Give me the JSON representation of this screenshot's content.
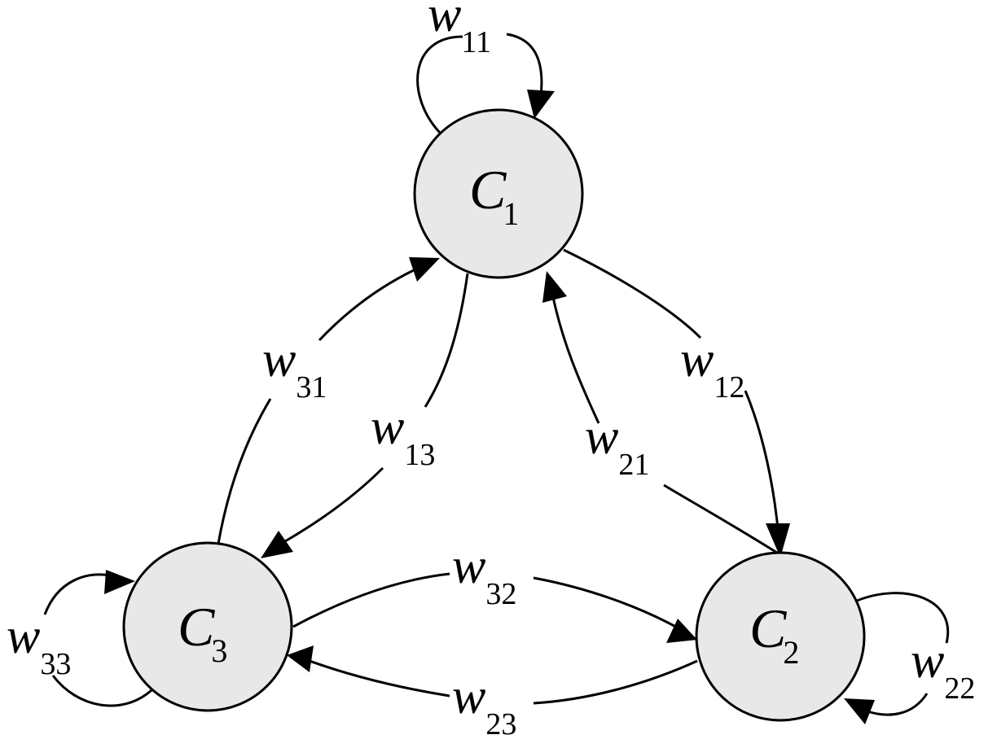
{
  "nodes": {
    "c1": {
      "letter": "C",
      "index": "1"
    },
    "c2": {
      "letter": "C",
      "index": "2"
    },
    "c3": {
      "letter": "C",
      "index": "3"
    }
  },
  "edges": {
    "w11": {
      "letter": "w",
      "index": "11"
    },
    "w12": {
      "letter": "w",
      "index": "12"
    },
    "w13": {
      "letter": "w",
      "index": "13"
    },
    "w21": {
      "letter": "w",
      "index": "21"
    },
    "w22": {
      "letter": "w",
      "index": "22"
    },
    "w23": {
      "letter": "w",
      "index": "23"
    },
    "w31": {
      "letter": "w",
      "index": "31"
    },
    "w32": {
      "letter": "w",
      "index": "32"
    },
    "w33": {
      "letter": "w",
      "index": "33"
    }
  }
}
